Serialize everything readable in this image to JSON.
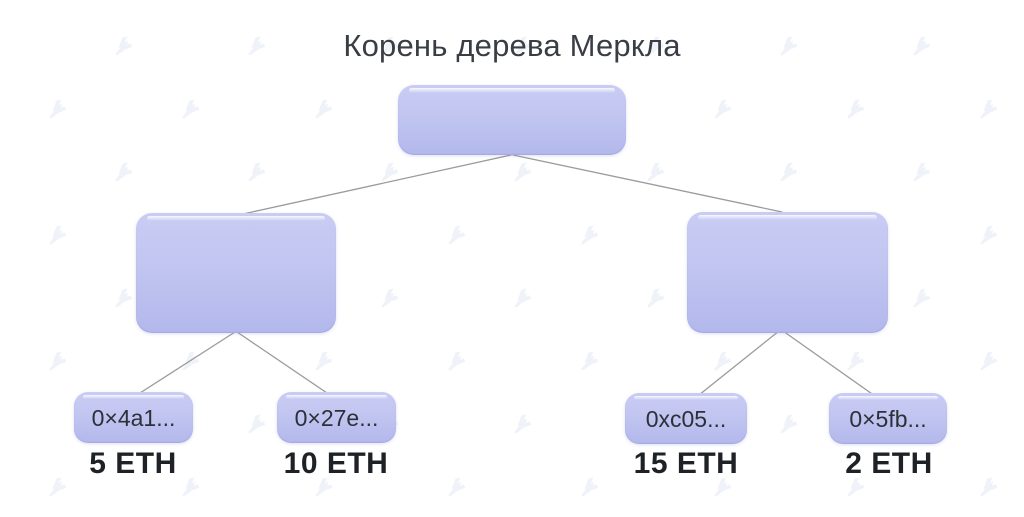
{
  "title": "Корень дерева Меркла",
  "leaves": [
    {
      "hash": "0×4a1...",
      "amount": "5 ETH"
    },
    {
      "hash": "0×27e...",
      "amount": "10 ETH"
    },
    {
      "hash": "0xc05...",
      "amount": "15 ETH"
    },
    {
      "hash": "0×5fb...",
      "amount": "2 ETH"
    }
  ],
  "icons": {
    "watermark": "lightning-logo-icon"
  },
  "colors": {
    "background": "#ffffff",
    "node_fill_top": "#c9cdf4",
    "node_fill_mid": "#c1c5f0",
    "node_fill_bottom": "#b3b8ec",
    "edge": "#9b9b9b",
    "title_text": "#3a3e44",
    "amount_text": "#1e2126",
    "hash_text": "#2c3038",
    "watermark": "#eff2f9"
  }
}
